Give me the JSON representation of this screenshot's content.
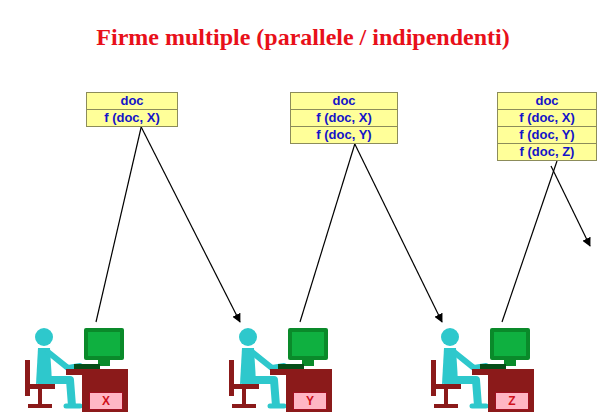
{
  "diagram": {
    "title": "Firme multiple (parallele / indipendenti)",
    "nodes": [
      {
        "text": [
          "doc",
          "f (doc, X)"
        ]
      },
      {
        "text": [
          "doc",
          "f (doc, X)",
          "f (doc, Y)"
        ]
      },
      {
        "text": [
          "doc",
          "f (doc, X)",
          "f (doc, Y)",
          "f (doc, Z)"
        ]
      },
      {
        "text": [
          "X"
        ]
      },
      {
        "text": [
          "Y"
        ]
      },
      {
        "text": [
          "Z"
        ]
      }
    ],
    "edges": [
      {
        "from": 3,
        "to": 0,
        "arrow": "none"
      },
      {
        "from": 0,
        "to": 4,
        "arrow": "to"
      },
      {
        "from": 4,
        "to": 1,
        "arrow": "none"
      },
      {
        "from": 1,
        "to": 5,
        "arrow": "to"
      },
      {
        "from": 5,
        "to": 2,
        "arrow": "none"
      }
    ]
  }
}
